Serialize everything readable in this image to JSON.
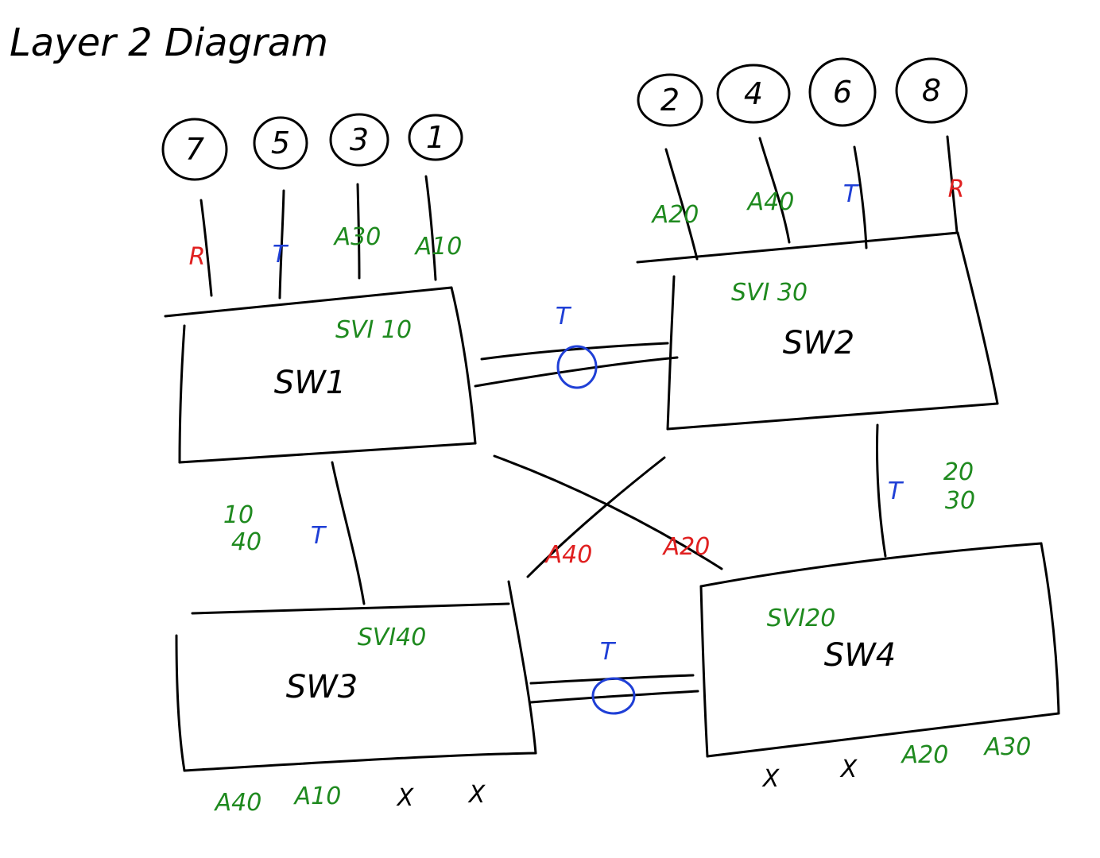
{
  "title": "Layer 2 Diagram",
  "colors": {
    "ink": "#000000",
    "access": "#1f8a1f",
    "trunk": "#1f3fd6",
    "routed": "#e02020"
  },
  "hosts": {
    "sw1_side": [
      "7",
      "5",
      "3",
      "1"
    ],
    "sw2_side": [
      "2",
      "4",
      "6",
      "8"
    ]
  },
  "sw1": {
    "name": "SW1",
    "svi": "SVI 10",
    "ports": [
      "R",
      "T",
      "A30",
      "A10"
    ]
  },
  "sw2": {
    "name": "SW2",
    "svi": "SVI 30",
    "ports": [
      "A20",
      "A40",
      "T",
      "R"
    ]
  },
  "sw3": {
    "name": "SW3",
    "svi": "SVI40",
    "ports": [
      "A40",
      "A10",
      "X",
      "X"
    ]
  },
  "sw4": {
    "name": "SW4",
    "svi": "SVI20",
    "ports": [
      "X",
      "X",
      "A20",
      "A30"
    ]
  },
  "links": {
    "sw1_sw2": {
      "mode": "T"
    },
    "sw3_sw4": {
      "mode": "T"
    },
    "sw1_sw3": {
      "mode": "T",
      "vlans": [
        "10",
        "40"
      ]
    },
    "sw2_sw4": {
      "mode": "T",
      "vlans": [
        "20",
        "30"
      ]
    },
    "sw2_sw3": {
      "mode": "A40"
    },
    "sw1_sw4": {
      "mode": "A20"
    }
  }
}
